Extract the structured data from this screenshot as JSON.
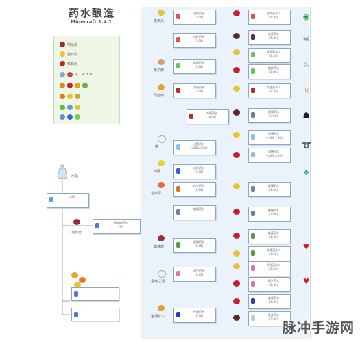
{
  "header": {
    "title": "药水酿造",
    "subtitle": "Minecraft 1.4.1"
  },
  "legend": {
    "rows": [
      {
        "icon": "nether-wart-icon",
        "label": "地狱疣"
      },
      {
        "icon": "glowstone-icon",
        "label": "萤石粉"
      },
      {
        "icon": "redstone-icon",
        "label": "红石粉"
      },
      {
        "icon": "ingredients-row",
        "label": "+ 1 + 3 ="
      },
      {
        "icon": "ingredients-row",
        "label": ""
      },
      {
        "icon": "ingredients-row",
        "label": ""
      },
      {
        "icon": "ingredients-row",
        "label": ""
      },
      {
        "icon": "ingredients-row",
        "label": ""
      }
    ]
  },
  "left_flow": {
    "water_label": "水瓶",
    "water_card": "水瓶",
    "wart_label": "地狱疣",
    "awkward_card": "粗制的药水\n(无)"
  },
  "middle_labels": [
    {
      "label": "金西瓜"
    },
    {
      "label": "兔子脚"
    },
    {
      "label": "烈焰粉"
    },
    {
      "label": "糖"
    },
    {
      "label": "河豚"
    },
    {
      "label": "岩浆膏"
    },
    {
      "label": "蜘蛛眼"
    },
    {
      "label": "恶魂之泪"
    },
    {
      "label": "金胡萝卜"
    }
  ],
  "cards": [
    {
      "text": "治疗药水\n(3:00)"
    },
    {
      "text": "治疗药水\n(3:00)"
    },
    {
      "text": "跳跃药水\n(3:00)"
    },
    {
      "text": "力量药水\n(3:00)"
    },
    {
      "text": "力量药水\n(8:00)"
    },
    {
      "text": "迅捷药水\n(+20% 3:00)"
    },
    {
      "text": "水肺药水\n(3:00)"
    },
    {
      "text": "抗火药水\n(3:00)"
    },
    {
      "text": "缓慢药水"
    },
    {
      "text": "剧毒药水\n(0:45)"
    },
    {
      "text": "再生药水\n(0:45)"
    },
    {
      "text": "夜视药水\n(3:00)"
    }
  ],
  "right_cards": [
    {
      "text": "治疗药水 II\n(1:30)"
    },
    {
      "text": "伤害药水\n(5:00)"
    },
    {
      "text": "跳跃药水 II\n(1:30)"
    },
    {
      "text": "跳跃药水\n(8:00)"
    },
    {
      "text": "力量药水 II\n(1:30)"
    },
    {
      "text": "虚弱药水\n(4:00)"
    },
    {
      "text": "迅捷药水\n(+40% 1:30)"
    },
    {
      "text": "迅捷药水\n(+20% 8:00)"
    },
    {
      "text": "缓慢药水\n(8:00)"
    },
    {
      "text": "缓慢药水\n(4:00)"
    },
    {
      "text": "剧毒药水\n(1:30)"
    },
    {
      "text": "剧毒药水 II\n(0:22)"
    },
    {
      "text": "再生药水 II\n(0:22)"
    },
    {
      "text": "再生药水\n(1:30)"
    },
    {
      "text": "夜视药水\n(8:00)"
    },
    {
      "text": "隐身药水\n(3:00)"
    }
  ],
  "watermark": "脉冲手游网"
}
